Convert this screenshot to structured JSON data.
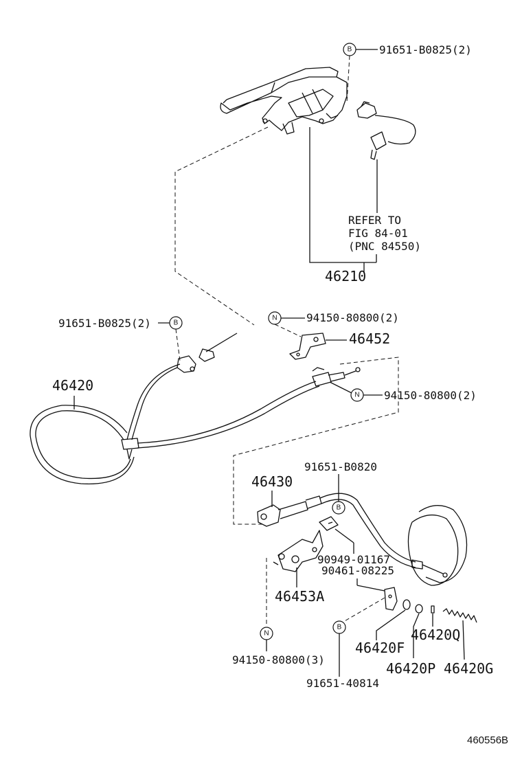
{
  "parts": {
    "p_91651_b0825_2_top": "91651-B0825(2)",
    "p_refer": [
      "REFER TO",
      "FIG 84-01",
      "(PNC 84550)"
    ],
    "p_46210": "46210",
    "p_91651_b0825_2_left": "91651-B0825(2)",
    "p_94150_80800_2_a": "94150-80800(2)",
    "p_46452": "46452",
    "p_46420": "46420",
    "p_94150_80800_2_b": "94150-80800(2)",
    "p_91651_b0820": "91651-B0820",
    "p_46430": "46430",
    "p_90949_01167": "90949-01167",
    "p_90461_08225": "90461-08225",
    "p_46453a": "46453A",
    "p_46420f": "46420F",
    "p_46420q": "46420Q",
    "p_94150_80800_3": "94150-80800(3)",
    "p_46420p": "46420P",
    "p_46420g": "46420G",
    "p_91651_40814": "91651-40814"
  },
  "badges": {
    "bolt": "B",
    "nut": "N"
  },
  "diagram_code": "460556B"
}
